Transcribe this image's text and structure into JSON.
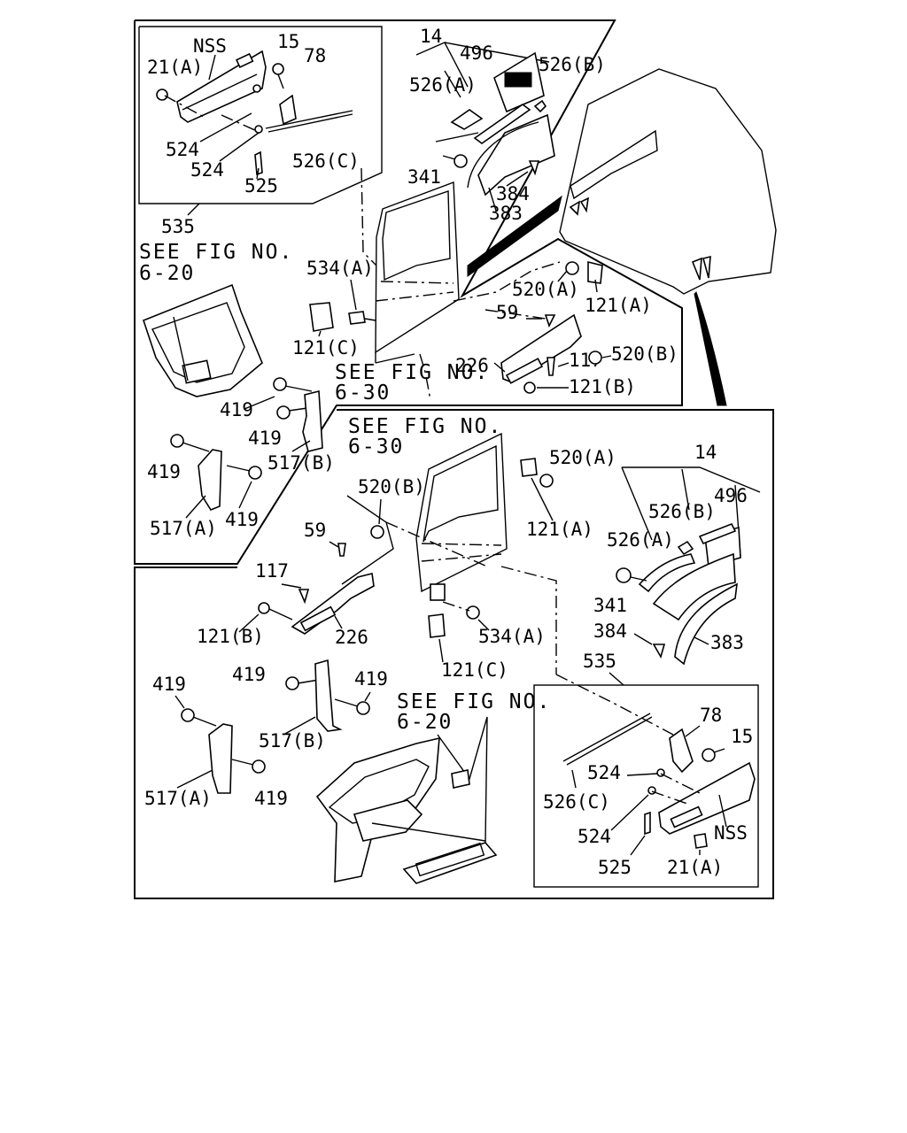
{
  "upper_view": {
    "inset_labels": {
      "nss": "NSS",
      "p15": "15",
      "p78": "78",
      "p21a": "21(A)",
      "p524a": "524",
      "p524b": "524",
      "p526c": "526(C)",
      "p525": "525"
    },
    "p535": "535",
    "see_fig_620": [
      "SEE FIG NO.",
      "6-20"
    ],
    "top_labels": {
      "p14": "14",
      "p496": "496",
      "p526b": "526(B)",
      "p526a": "526(A)",
      "p341": "341",
      "p384": "384",
      "p383": "383"
    },
    "mid_labels": {
      "p534a": "534(A)",
      "p520a": "520(A)",
      "p121a": "121(A)",
      "p59": "59",
      "p520b": "520(B)",
      "p226": "226",
      "p117": "117",
      "p121b": "121(B)",
      "p121c": "121(C)"
    },
    "see_fig_630": [
      "SEE FIG NO.",
      "6-30"
    ],
    "bracket_labels": {
      "p419a": "419",
      "p419b": "419",
      "p517b": "517(B)",
      "p419c": "419",
      "p517a": "517(A)",
      "p419d": "419"
    }
  },
  "lower_view": {
    "see_fig_630": [
      "SEE FIG NO.",
      "6-30"
    ],
    "right_labels": {
      "p520a": "520(A)",
      "p14": "14",
      "p121a": "121(A)",
      "p526b": "526(B)",
      "p496": "496",
      "p526a": "526(A)",
      "p341": "341",
      "p384": "384",
      "p383": "383"
    },
    "mid_labels": {
      "p520b": "520(B)",
      "p59": "59",
      "p117": "117",
      "p121b": "121(B)",
      "p226": "226",
      "p534a": "534(A)",
      "p121c": "121(C)"
    },
    "p535": "535",
    "inset_labels": {
      "p78": "78",
      "p15": "15",
      "p524a": "524",
      "p526c": "526(C)",
      "p524b": "524",
      "nss": "NSS",
      "p525": "525",
      "p21a": "21(A)"
    },
    "bracket_labels": {
      "p419a": "419",
      "p419b": "419",
      "p419c": "419",
      "p517b": "517(B)",
      "p517a": "517(A)",
      "p419d": "419"
    },
    "see_fig_620": [
      "SEE FIG NO.",
      "6-20"
    ]
  }
}
